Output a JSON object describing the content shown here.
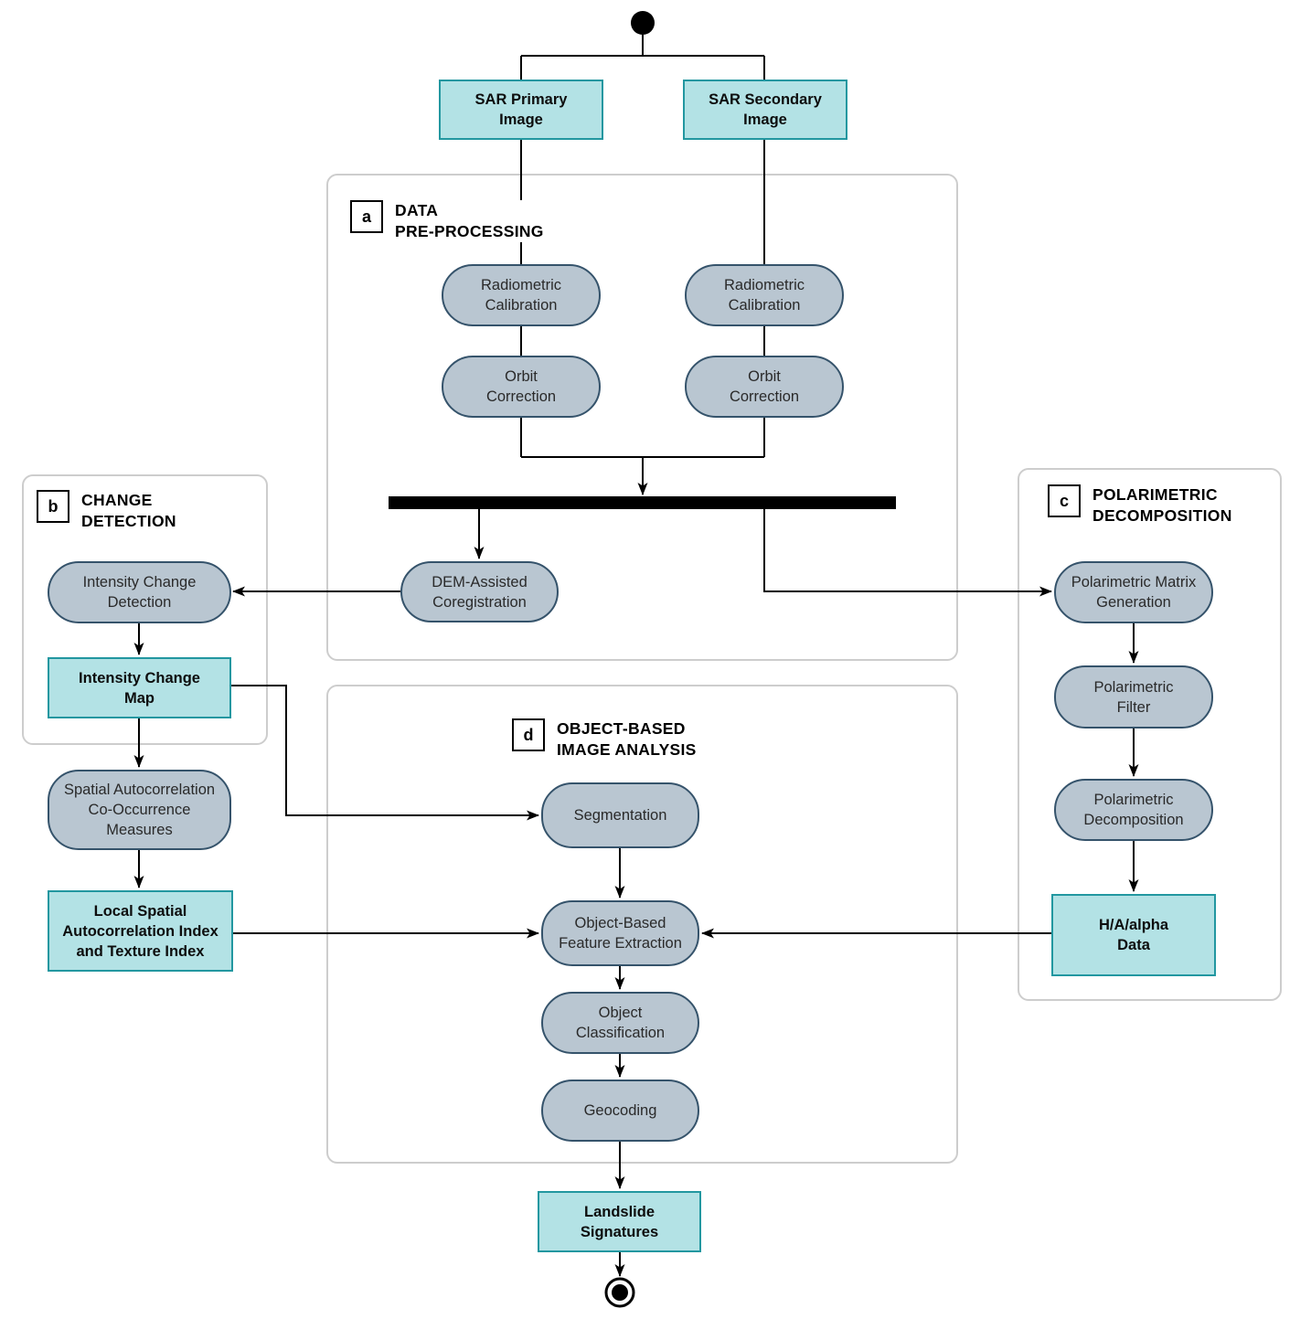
{
  "diagram_type": "activity-flowchart",
  "topic": "SAR landslide detection processing workflow",
  "sections": {
    "a": {
      "letter": "a",
      "title": "DATA\nPRE-PROCESSING"
    },
    "b": {
      "letter": "b",
      "title": "CHANGE\nDETECTION"
    },
    "c": {
      "letter": "c",
      "title": "POLARIMETRIC\nDECOMPOSITION"
    },
    "d": {
      "letter": "d",
      "title": "OBJECT-BASED\nIMAGE ANALYSIS"
    }
  },
  "nodes": {
    "sar_primary": "SAR Primary\nImage",
    "sar_secondary": "SAR Secondary\nImage",
    "radiometric_primary": "Radiometric\nCalibration",
    "radiometric_secondary": "Radiometric\nCalibration",
    "orbit_primary": "Orbit\nCorrection",
    "orbit_secondary": "Orbit\nCorrection",
    "dem_coregistration": "DEM-Assisted\nCoregistration",
    "intensity_change_detection": "Intensity Change\nDetection",
    "intensity_change_map": "Intensity Change\nMap",
    "spatial_autocorrelation": "Spatial Autocorrelation\nCo-Occurrence\nMeasures",
    "local_spatial_index": "Local Spatial\nAutocorrelation Index\nand Texture Index",
    "polarimetric_matrix": "Polarimetric Matrix\nGeneration",
    "polarimetric_filter": "Polarimetric\nFilter",
    "polarimetric_decomposition": "Polarimetric\nDecomposition",
    "ha_alpha_data": "H/A/alpha\nData",
    "segmentation": "Segmentation",
    "object_feature_extraction": "Object-Based\nFeature Extraction",
    "object_classification": "Object\nClassification",
    "geocoding": "Geocoding",
    "landslide_signatures": "Landslide\nSignatures"
  },
  "colors": {
    "process_fill": "#b9c6d1",
    "process_border": "#35536b",
    "data_fill": "#b3e2e5",
    "data_border": "#2297a0",
    "panel_border": "#cdcdcd",
    "line": "#000000",
    "sync_bar": "#000000"
  }
}
